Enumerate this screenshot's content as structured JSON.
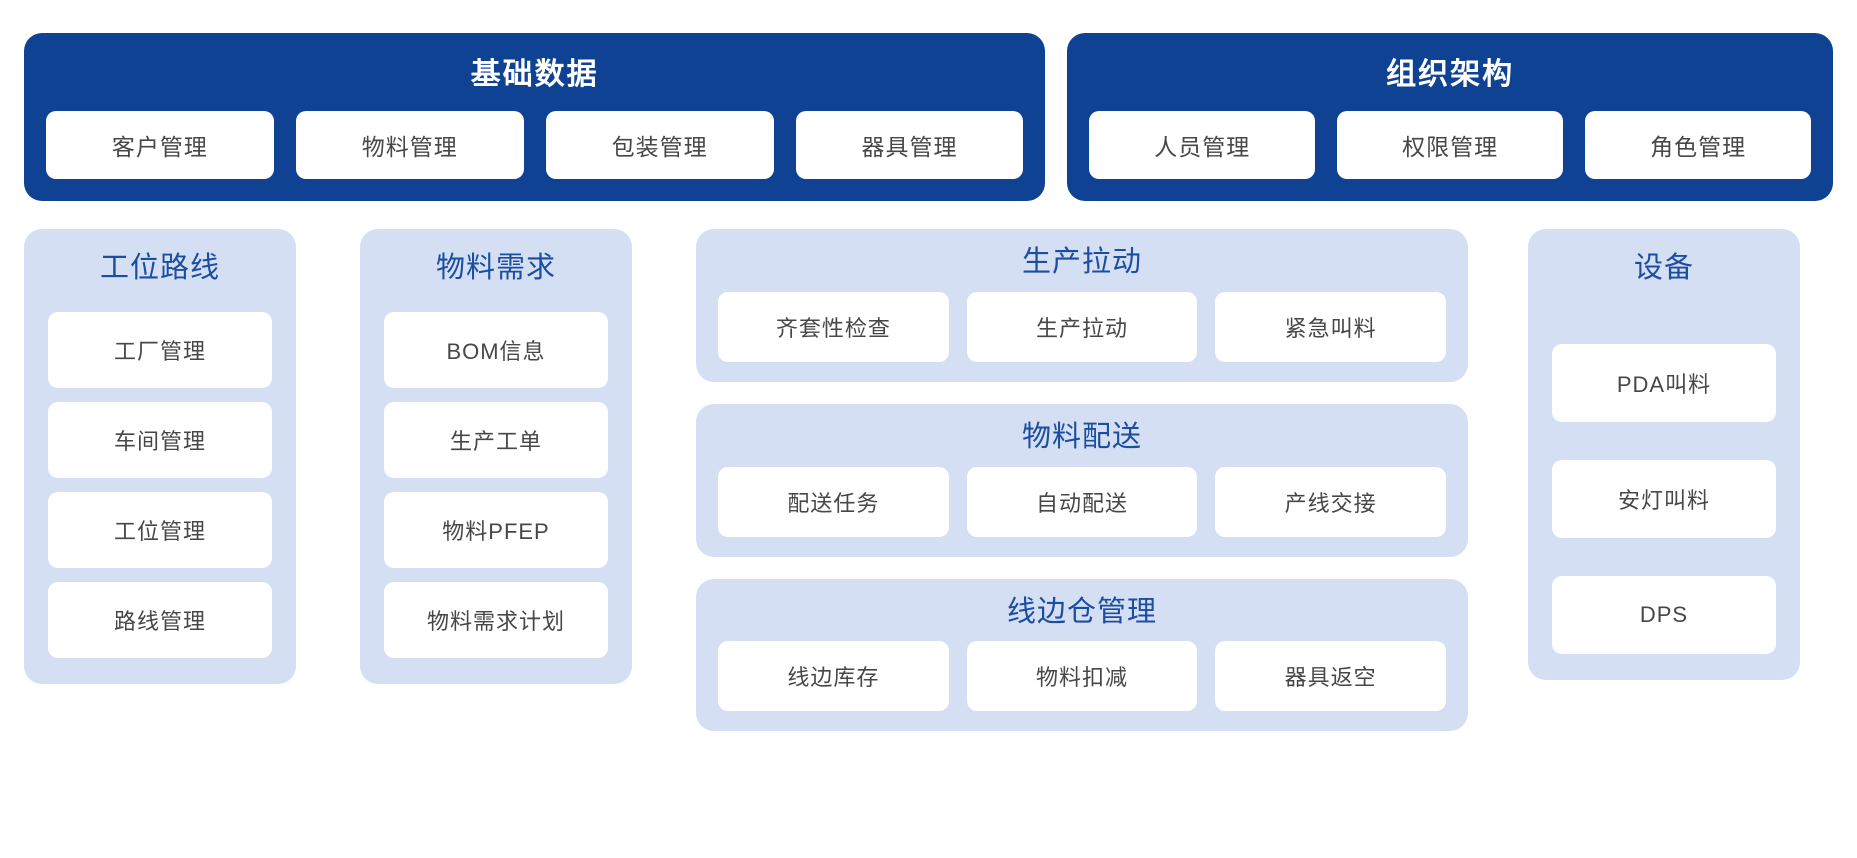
{
  "diagram": {
    "top_groups": [
      {
        "title": "基础数据",
        "items": [
          "客户管理",
          "物料管理",
          "包装管理",
          "器具管理"
        ]
      },
      {
        "title": "组织架构",
        "items": [
          "人员管理",
          "权限管理",
          "角色管理"
        ]
      }
    ],
    "column_panels": [
      {
        "title": "工位路线",
        "items": [
          "工厂管理",
          "车间管理",
          "工位管理",
          "路线管理"
        ]
      },
      {
        "title": "物料需求",
        "items": [
          "BOM信息",
          "生产工单",
          "物料PFEP",
          "物料需求计划"
        ]
      }
    ],
    "center_panels": [
      {
        "title": "生产拉动",
        "items": [
          "齐套性检查",
          "生产拉动",
          "紧急叫料"
        ]
      },
      {
        "title": "物料配送",
        "items": [
          "配送任务",
          "自动配送",
          "产线交接"
        ]
      },
      {
        "title": "线边仓管理",
        "items": [
          "线边库存",
          "物料扣减",
          "器具返空"
        ]
      }
    ],
    "device_panel": {
      "title": "设备",
      "items": [
        "PDA叫料",
        "安灯叫料",
        "DPS"
      ]
    },
    "colors": {
      "banner_blue": "#0f4293",
      "panel_blue": "#d5dff3",
      "panel_title_blue": "#1b4ea0",
      "chip_white": "#ffffff",
      "text_gray": "#474747",
      "page_background": "#ffffff"
    }
  }
}
